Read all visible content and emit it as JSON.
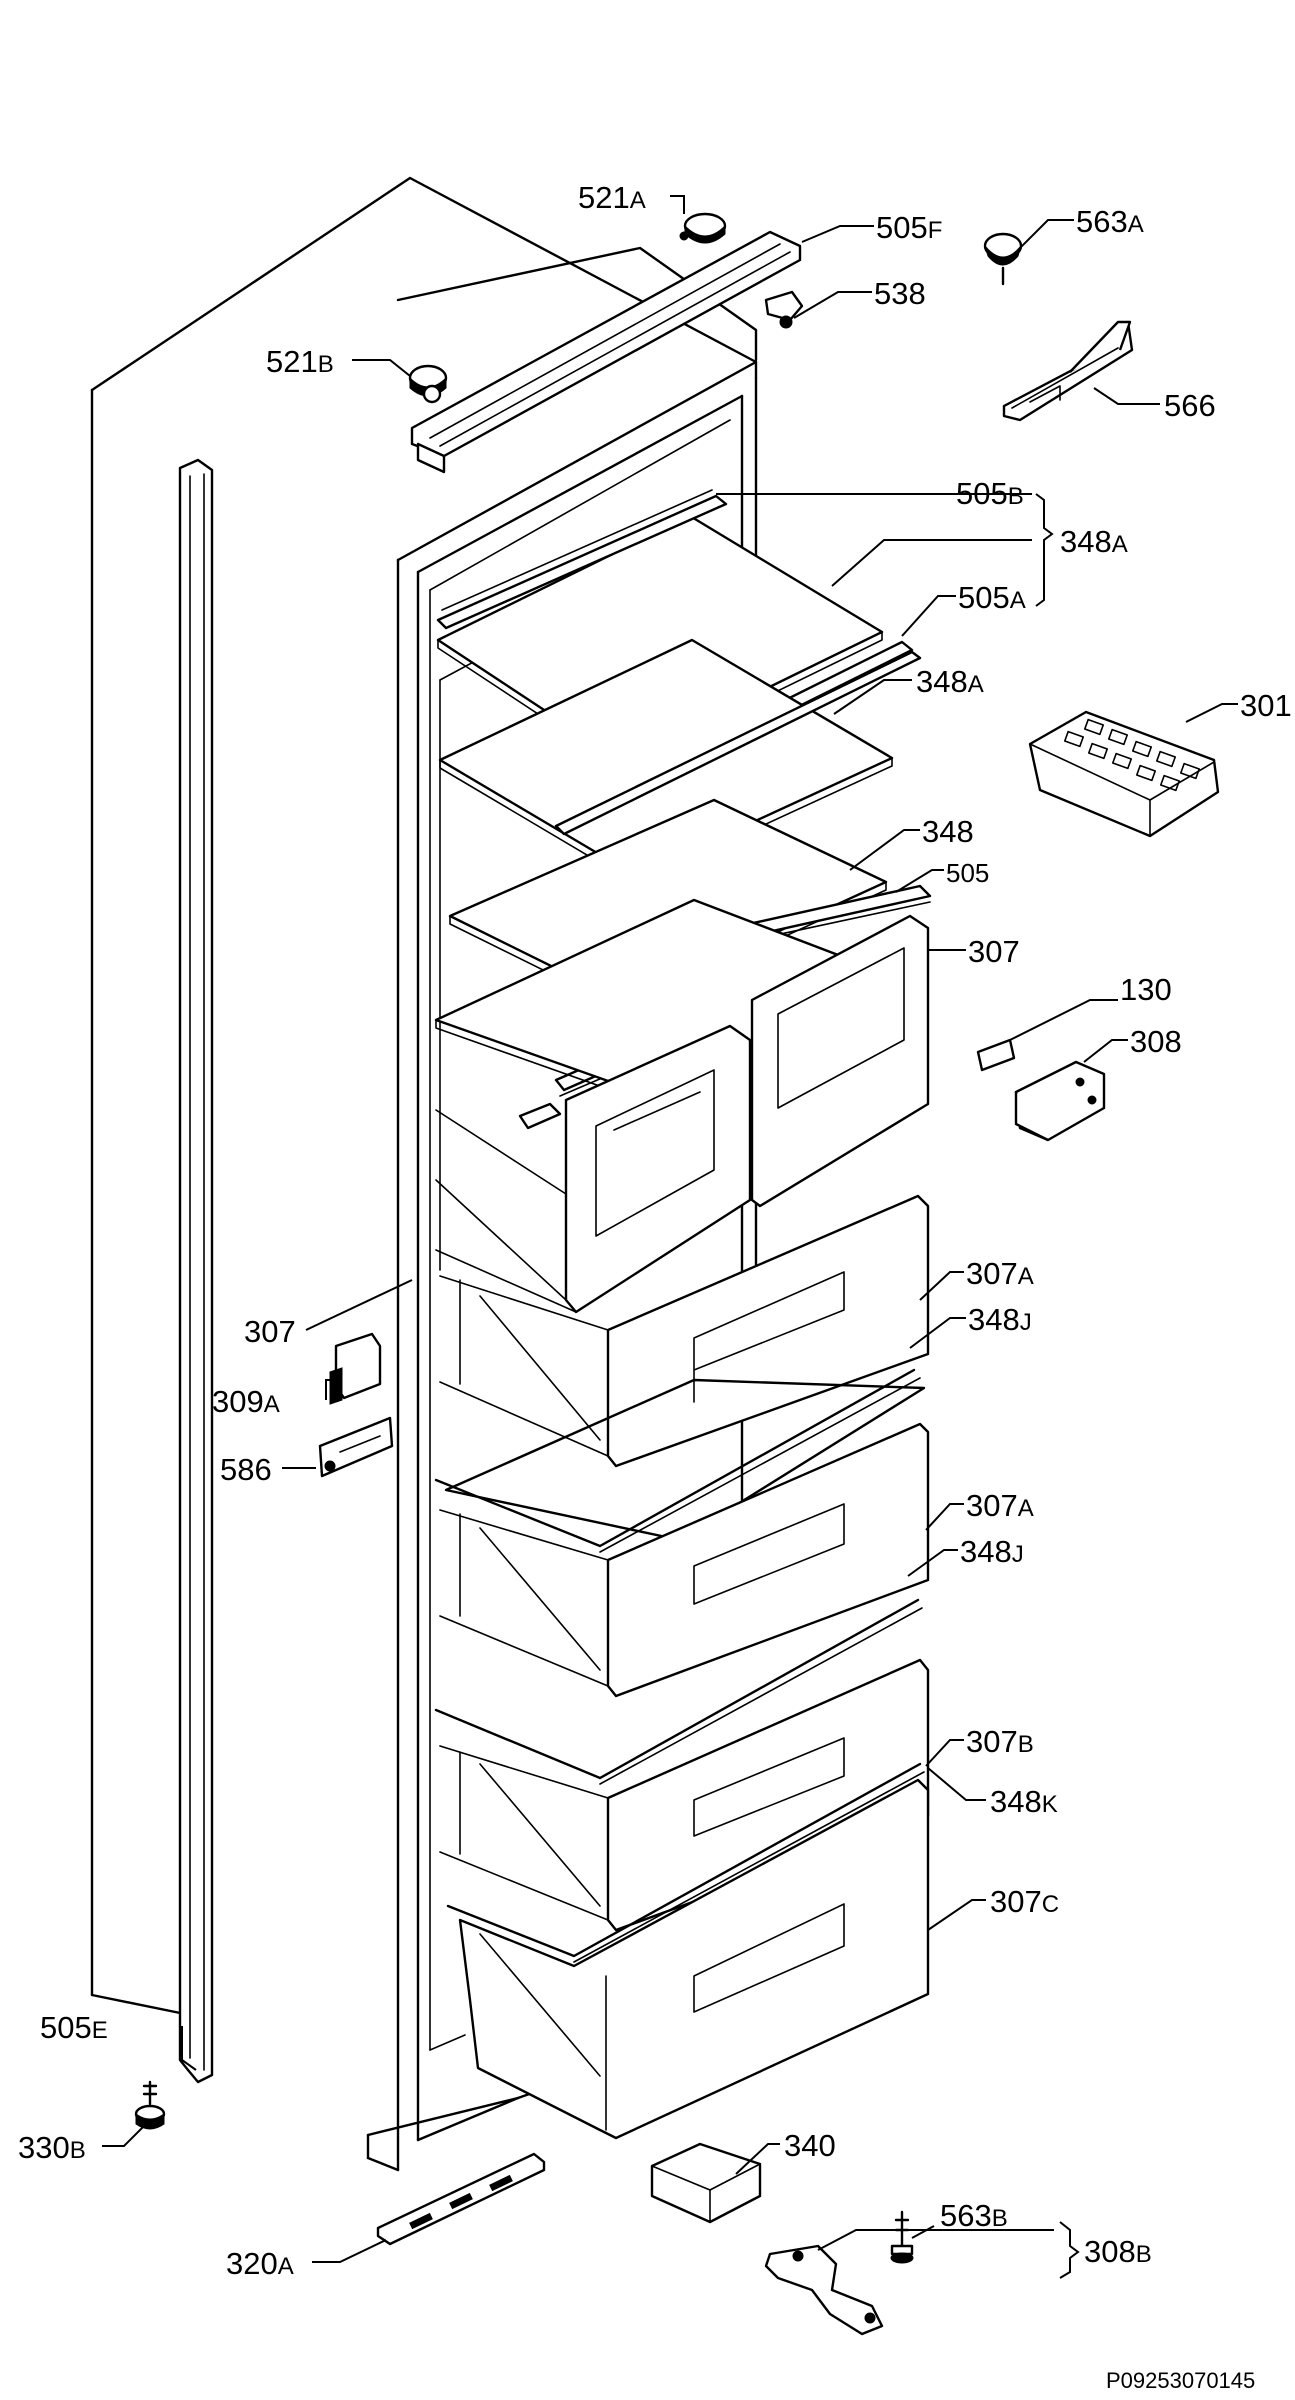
{
  "labels": {
    "p521a": {
      "num": "521",
      "suf": "A"
    },
    "p505f": {
      "num": "505",
      "suf": "F"
    },
    "p563a": {
      "num": "563",
      "suf": "A"
    },
    "p538": {
      "num": "538",
      "suf": ""
    },
    "p521b": {
      "num": "521",
      "suf": "B"
    },
    "p566": {
      "num": "566",
      "suf": ""
    },
    "p505b": {
      "num": "505",
      "suf": "B"
    },
    "p348a_group": {
      "num": "348",
      "suf": "A"
    },
    "p505a": {
      "num": "505",
      "suf": "A"
    },
    "p348a": {
      "num": "348",
      "suf": "A"
    },
    "p301": {
      "num": "301",
      "suf": ""
    },
    "p348": {
      "num": "348",
      "suf": ""
    },
    "p505": {
      "num": "505",
      "suf": ""
    },
    "p307": {
      "num": "307",
      "suf": ""
    },
    "p130": {
      "num": "130",
      "suf": ""
    },
    "p308": {
      "num": "308",
      "suf": ""
    },
    "p307_left": {
      "num": "307",
      "suf": ""
    },
    "p307a_1": {
      "num": "307",
      "suf": "A"
    },
    "p348j_1": {
      "num": "348",
      "suf": "J"
    },
    "p309a": {
      "num": "309",
      "suf": "A"
    },
    "p586": {
      "num": "586",
      "suf": ""
    },
    "p307a_2": {
      "num": "307",
      "suf": "A"
    },
    "p348j_2": {
      "num": "348",
      "suf": "J"
    },
    "p307b": {
      "num": "307",
      "suf": "B"
    },
    "p348k": {
      "num": "348",
      "suf": "K"
    },
    "p307c": {
      "num": "307",
      "suf": "C"
    },
    "p505e": {
      "num": "505",
      "suf": "E"
    },
    "p330b": {
      "num": "330",
      "suf": "B"
    },
    "p340": {
      "num": "340",
      "suf": ""
    },
    "p320a": {
      "num": "320",
      "suf": "A"
    },
    "p563b": {
      "num": "563",
      "suf": "B"
    },
    "p308b": {
      "num": "308",
      "suf": "B"
    }
  },
  "drawing_code": "P09253070145"
}
